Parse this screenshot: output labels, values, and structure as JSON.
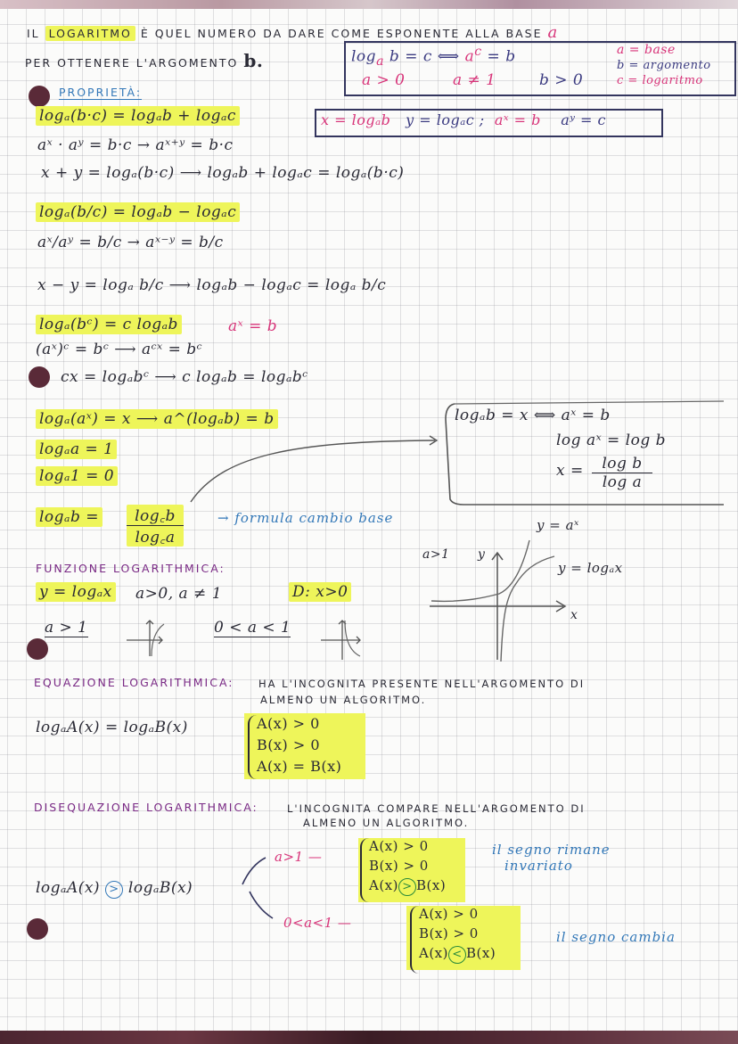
{
  "intro": {
    "line1_prefix": "il",
    "line1_keyword": "logaritmo",
    "line1_rest": "è quel numero da dare come esponente alla base",
    "line1_base": "a",
    "line2": "per ottenere l'argomento",
    "line2_arg": "b."
  },
  "definition_box": {
    "equivalence_left": "log",
    "equivalence_sub": "a",
    "equivalence_mid": "b = c ⟺",
    "equivalence_pow": "a",
    "equivalence_pow_exp": "c",
    "equivalence_end": "= b",
    "cond_a_pos": "a > 0",
    "cond_a_ne1": "a ≠ 1",
    "cond_b_pos": "b > 0",
    "legend_a": "a = base",
    "legend_b": "b = argomento",
    "legend_c": "c = logaritmo"
  },
  "properties": {
    "heading": "proprietà:",
    "product": {
      "rule": "logₐ(b·c) = logₐb + logₐc",
      "substitution": [
        "x = logₐb",
        "y = logₐc ;",
        "aˣ = b",
        "aʸ = c"
      ],
      "steps": [
        "aˣ · aʸ = b·c → aˣ⁺ʸ = b·c",
        "x + y = logₐ(b·c) ⟶ logₐb + logₐc = logₐ(b·c)"
      ]
    },
    "quotient": {
      "rule": "logₐ(b/c) = logₐb − logₐc",
      "steps": [
        "aˣ/aʸ = b/c → aˣ⁻ʸ = b/c",
        "x − y = logₐ b/c ⟶ logₐb − logₐc = logₐ b/c"
      ]
    },
    "power": {
      "rule": "logₐ(bᶜ) = c logₐb",
      "note": "aˣ = b",
      "steps": [
        "(aˣ)ᶜ = bᶜ ⟶ aᶜˣ = bᶜ",
        "cx = logₐbᶜ ⟶ c logₐb = logₐbᶜ"
      ]
    },
    "identities": [
      "logₐ(aˣ) = x ⟶ a^(logₐb) = b",
      "logₐa = 1",
      "logₐ1 = 0"
    ],
    "change_of_base": {
      "left": "logₐb =",
      "numerator": "log꜀b",
      "denominator": "log꜀a",
      "label": "→ formula cambio base"
    },
    "derivation_box": {
      "line1": "logₐb = x ⟺ aˣ = b",
      "line2": "log aˣ = log b",
      "line3_left": "x =",
      "line3_num": "log b",
      "line3_den": "log a"
    }
  },
  "function": {
    "heading": "funzione logarithmica:",
    "definition": "y = logₐx",
    "conditions": "a>0, a ≠ 1",
    "domain": "D: x>0",
    "case1": "a > 1",
    "case2": "0 < a < 1",
    "graph": {
      "condition": "a>1",
      "y_axis": "y",
      "x_axis": "x",
      "curve_exp": "y = aˣ",
      "curve_log": "y = logₐx"
    }
  },
  "equation": {
    "heading": "equazione logarithmica:",
    "desc_line1": "ha l'incognita presente nell'argomento di",
    "desc_line2": "almeno un algoritmo.",
    "formula": "logₐA(x) = logₐB(x)",
    "system": [
      "A(x) > 0",
      "B(x) > 0",
      "A(x) = B(x)"
    ]
  },
  "inequality": {
    "heading": "disequazione logarithmica:",
    "desc_line1": "l'incognita compare nell'argomento di",
    "desc_line2": "almeno un algoritmo.",
    "formula_left": "logₐA(x)",
    "formula_sign": ">",
    "formula_right": "logₐB(x)",
    "case1": {
      "condition": "a>1 —",
      "system": [
        "A(x) > 0",
        "B(x) > 0",
        "A(x)",
        ">",
        "B(x)"
      ],
      "note_line1": "il segno rimane",
      "note_line2": "invariato"
    },
    "case2": {
      "condition": "0<a<1 —",
      "system": [
        "A(x) > 0",
        "B(x) > 0",
        "A(x)",
        "<",
        "B(x)"
      ],
      "note": "il segno cambia"
    }
  },
  "colors": {
    "highlight": "#eef55a",
    "ink": "#2a2a35",
    "pink": "#d8357a",
    "blue": "#3378b8",
    "purple": "#7a2a85",
    "navy": "#33355e",
    "dot": "#5a2a38",
    "circle_green": "#2a8a3a"
  }
}
